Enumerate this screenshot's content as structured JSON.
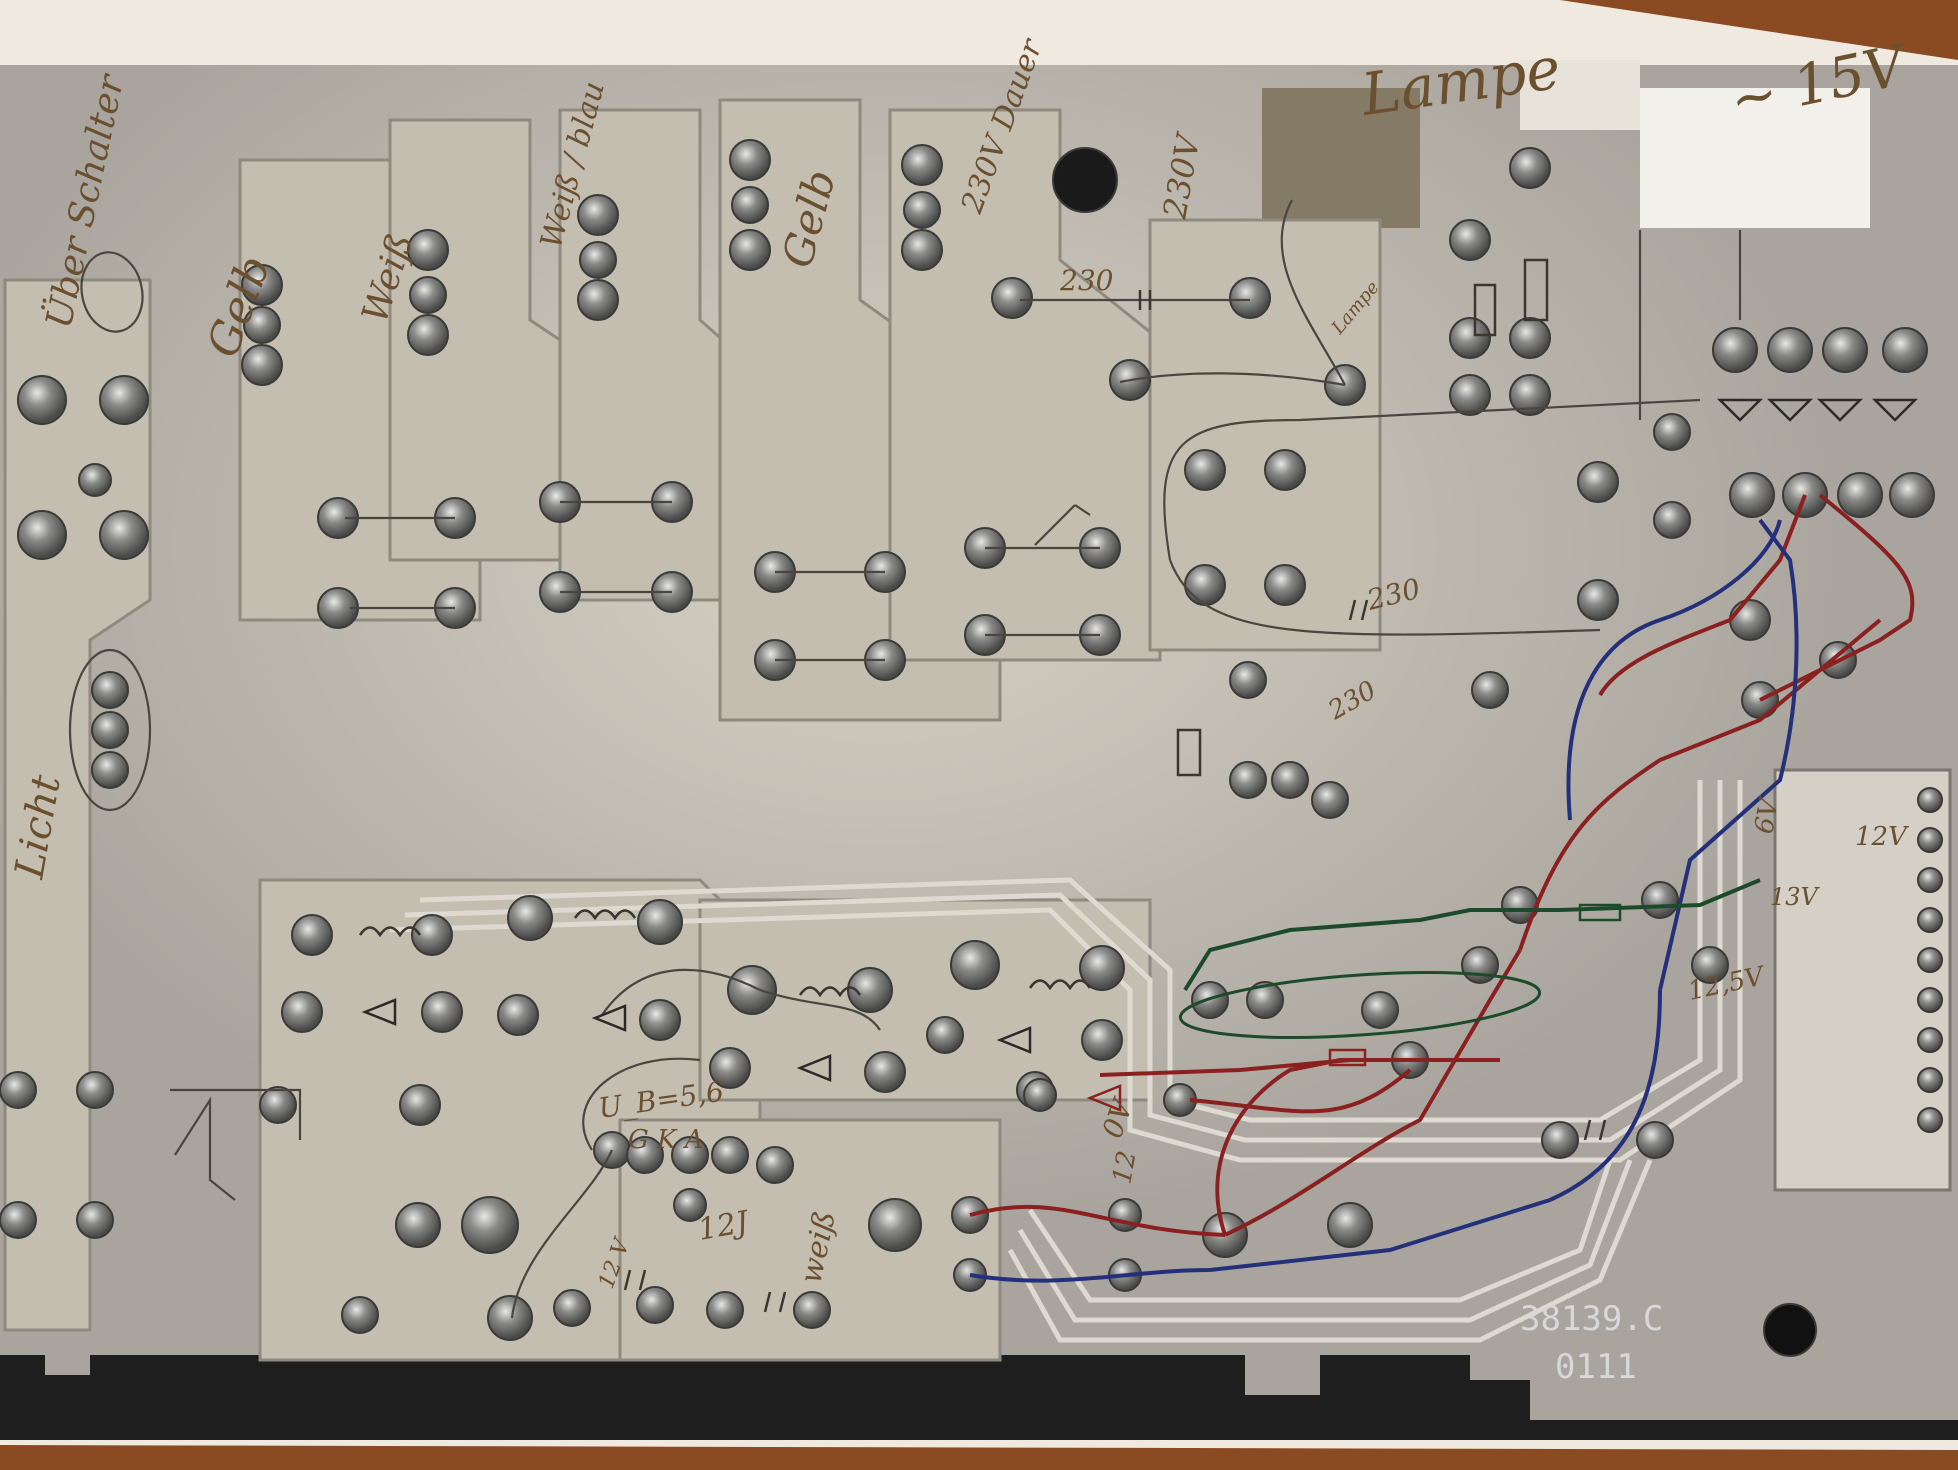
{
  "photo": {
    "subject": "PCB copy with hand drawn wiring annotations",
    "colors": {
      "table": "#8a4a22",
      "paper": "#efe9e0",
      "board": "#a9a59e",
      "board_light": "#c7c0b2",
      "trace": "#d8d4cc",
      "pad": "#6a6a68",
      "pencil": "#4a4540",
      "ink_red": "#8a2020",
      "ink_blue": "#24307a",
      "ink_green": "#1d4a2a",
      "handwriting": "#6b5030"
    }
  },
  "board": {
    "part_number": "38139.C",
    "code": "0111"
  },
  "handwriting": {
    "left_top": "Über Schalter",
    "left_mid": "Gelb",
    "left_bottom": "Licht",
    "col_1": "Weiß",
    "col_2": "Weiß / blau",
    "col_3": "Gelb",
    "top_center": "230V Dauer",
    "top_230": "230V",
    "top_lampe": "Lampe",
    "top_right": "~ 15V",
    "cap_230_top": "230",
    "cap_230_mid": "230",
    "cap_230_low": "230",
    "lampe_small": "Lampe",
    "mid_6v": "6V",
    "mid_12v": "12V",
    "mid_12_5v": "12,5V",
    "mid_13v": "13V",
    "u_label": "U_B=5,6",
    "pins": "G  K  A",
    "r12": "12 V",
    "c12": "12",
    "hor_12j": "12J",
    "weiss_bottom": "weiß",
    "ov": "0V"
  }
}
